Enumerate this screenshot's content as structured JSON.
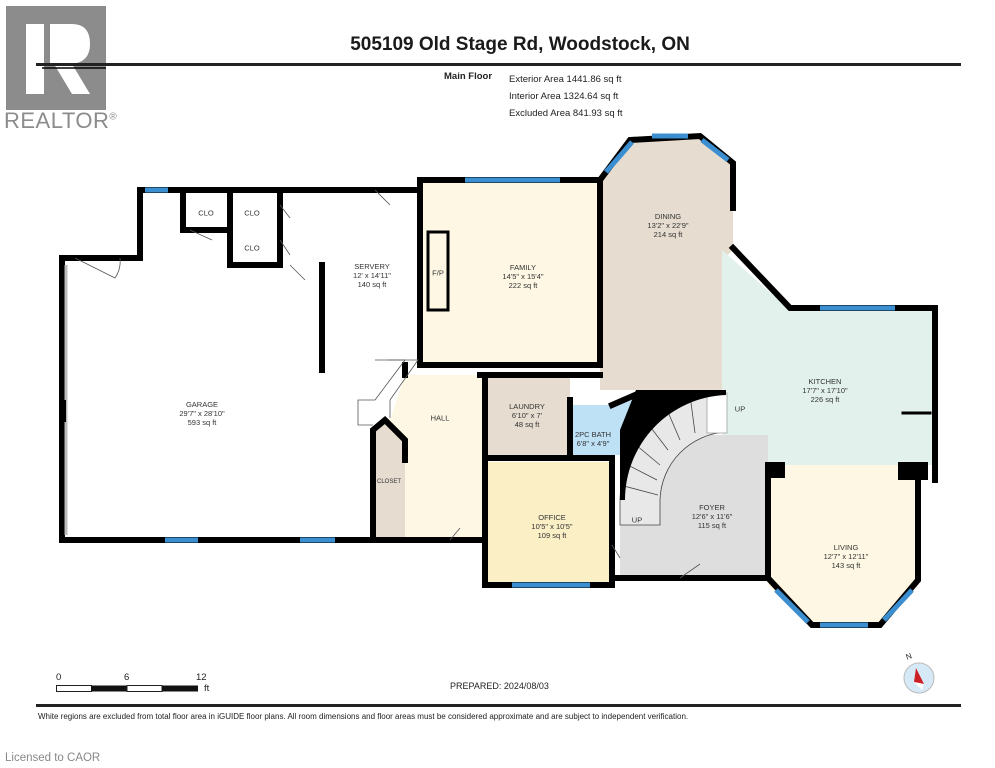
{
  "logo": {
    "brand": "REALTOR",
    "registered": "®",
    "color": "#8c8c8c"
  },
  "header": {
    "title": "505109 Old Stage Rd, Woodstock, ON",
    "floor_label": "Main Floor",
    "areas": [
      "Exterior Area 1441.86 sq ft",
      "Interior Area 1324.64 sq ft",
      "Excluded Area 841.93 sq ft"
    ]
  },
  "rooms": {
    "garage": {
      "name": "GARAGE",
      "dims": "29'7\" x 28'10\"",
      "area": "593 sq ft"
    },
    "servery": {
      "name": "SERVERY",
      "dims": "12' x 14'11\"",
      "area": "140 sq ft"
    },
    "family": {
      "name": "FAMILY",
      "dims": "14'5\" x 15'4\"",
      "area": "222 sq ft"
    },
    "dining": {
      "name": "DINING",
      "dims": "13'2\" x 22'9\"",
      "area": "214 sq ft"
    },
    "kitchen": {
      "name": "KITCHEN",
      "dims": "17'7\" x 17'10\"",
      "area": "226 sq ft"
    },
    "laundry": {
      "name": "LAUNDRY",
      "dims": "6'10\" x 7'",
      "area": "48 sq ft"
    },
    "bath": {
      "name": "2PC BATH",
      "dims": "6'8\" x 4'9\""
    },
    "office": {
      "name": "OFFICE",
      "dims": "10'5\" x 10'5\"",
      "area": "109 sq ft"
    },
    "foyer": {
      "name": "FOYER",
      "dims": "12'6\" x 11'6\"",
      "area": "115 sq ft"
    },
    "living": {
      "name": "LIVING",
      "dims": "12'7\" x 12'11\"",
      "area": "143 sq ft"
    },
    "hall": {
      "name": "HALL"
    },
    "closet": {
      "name": "CLOSET"
    },
    "clo1": {
      "name": "CLO"
    },
    "clo2": {
      "name": "CLO"
    },
    "clo3": {
      "name": "CLO"
    },
    "fireplace": {
      "name": "F/P"
    },
    "stairs_up_1": {
      "name": "UP"
    },
    "stairs_up_2": {
      "name": "UP"
    }
  },
  "colors": {
    "wall": "#000000",
    "window": "#3b8fd0",
    "family": "#fdf7e3",
    "dining": "#e6dccf",
    "kitchen": "#e2f1ec",
    "laundry": "#e6dccf",
    "bath": "#bfe1f5",
    "office": "#fbefc6",
    "foyer": "#dedede",
    "living": "#fdf7e3",
    "hall": "#fdf7e3",
    "closet": "#e6dccf"
  },
  "scale": {
    "ticks": [
      "0",
      "6",
      "12"
    ],
    "unit": "ft"
  },
  "prepared": "PREPARED: 2024/08/03",
  "compass": {
    "label": "N"
  },
  "disclaimer": "White regions are excluded from total floor area in iGUIDE floor plans. All room dimensions and floor areas must be considered approximate and are subject to independent verification.",
  "licensed": "Licensed to CAOR"
}
